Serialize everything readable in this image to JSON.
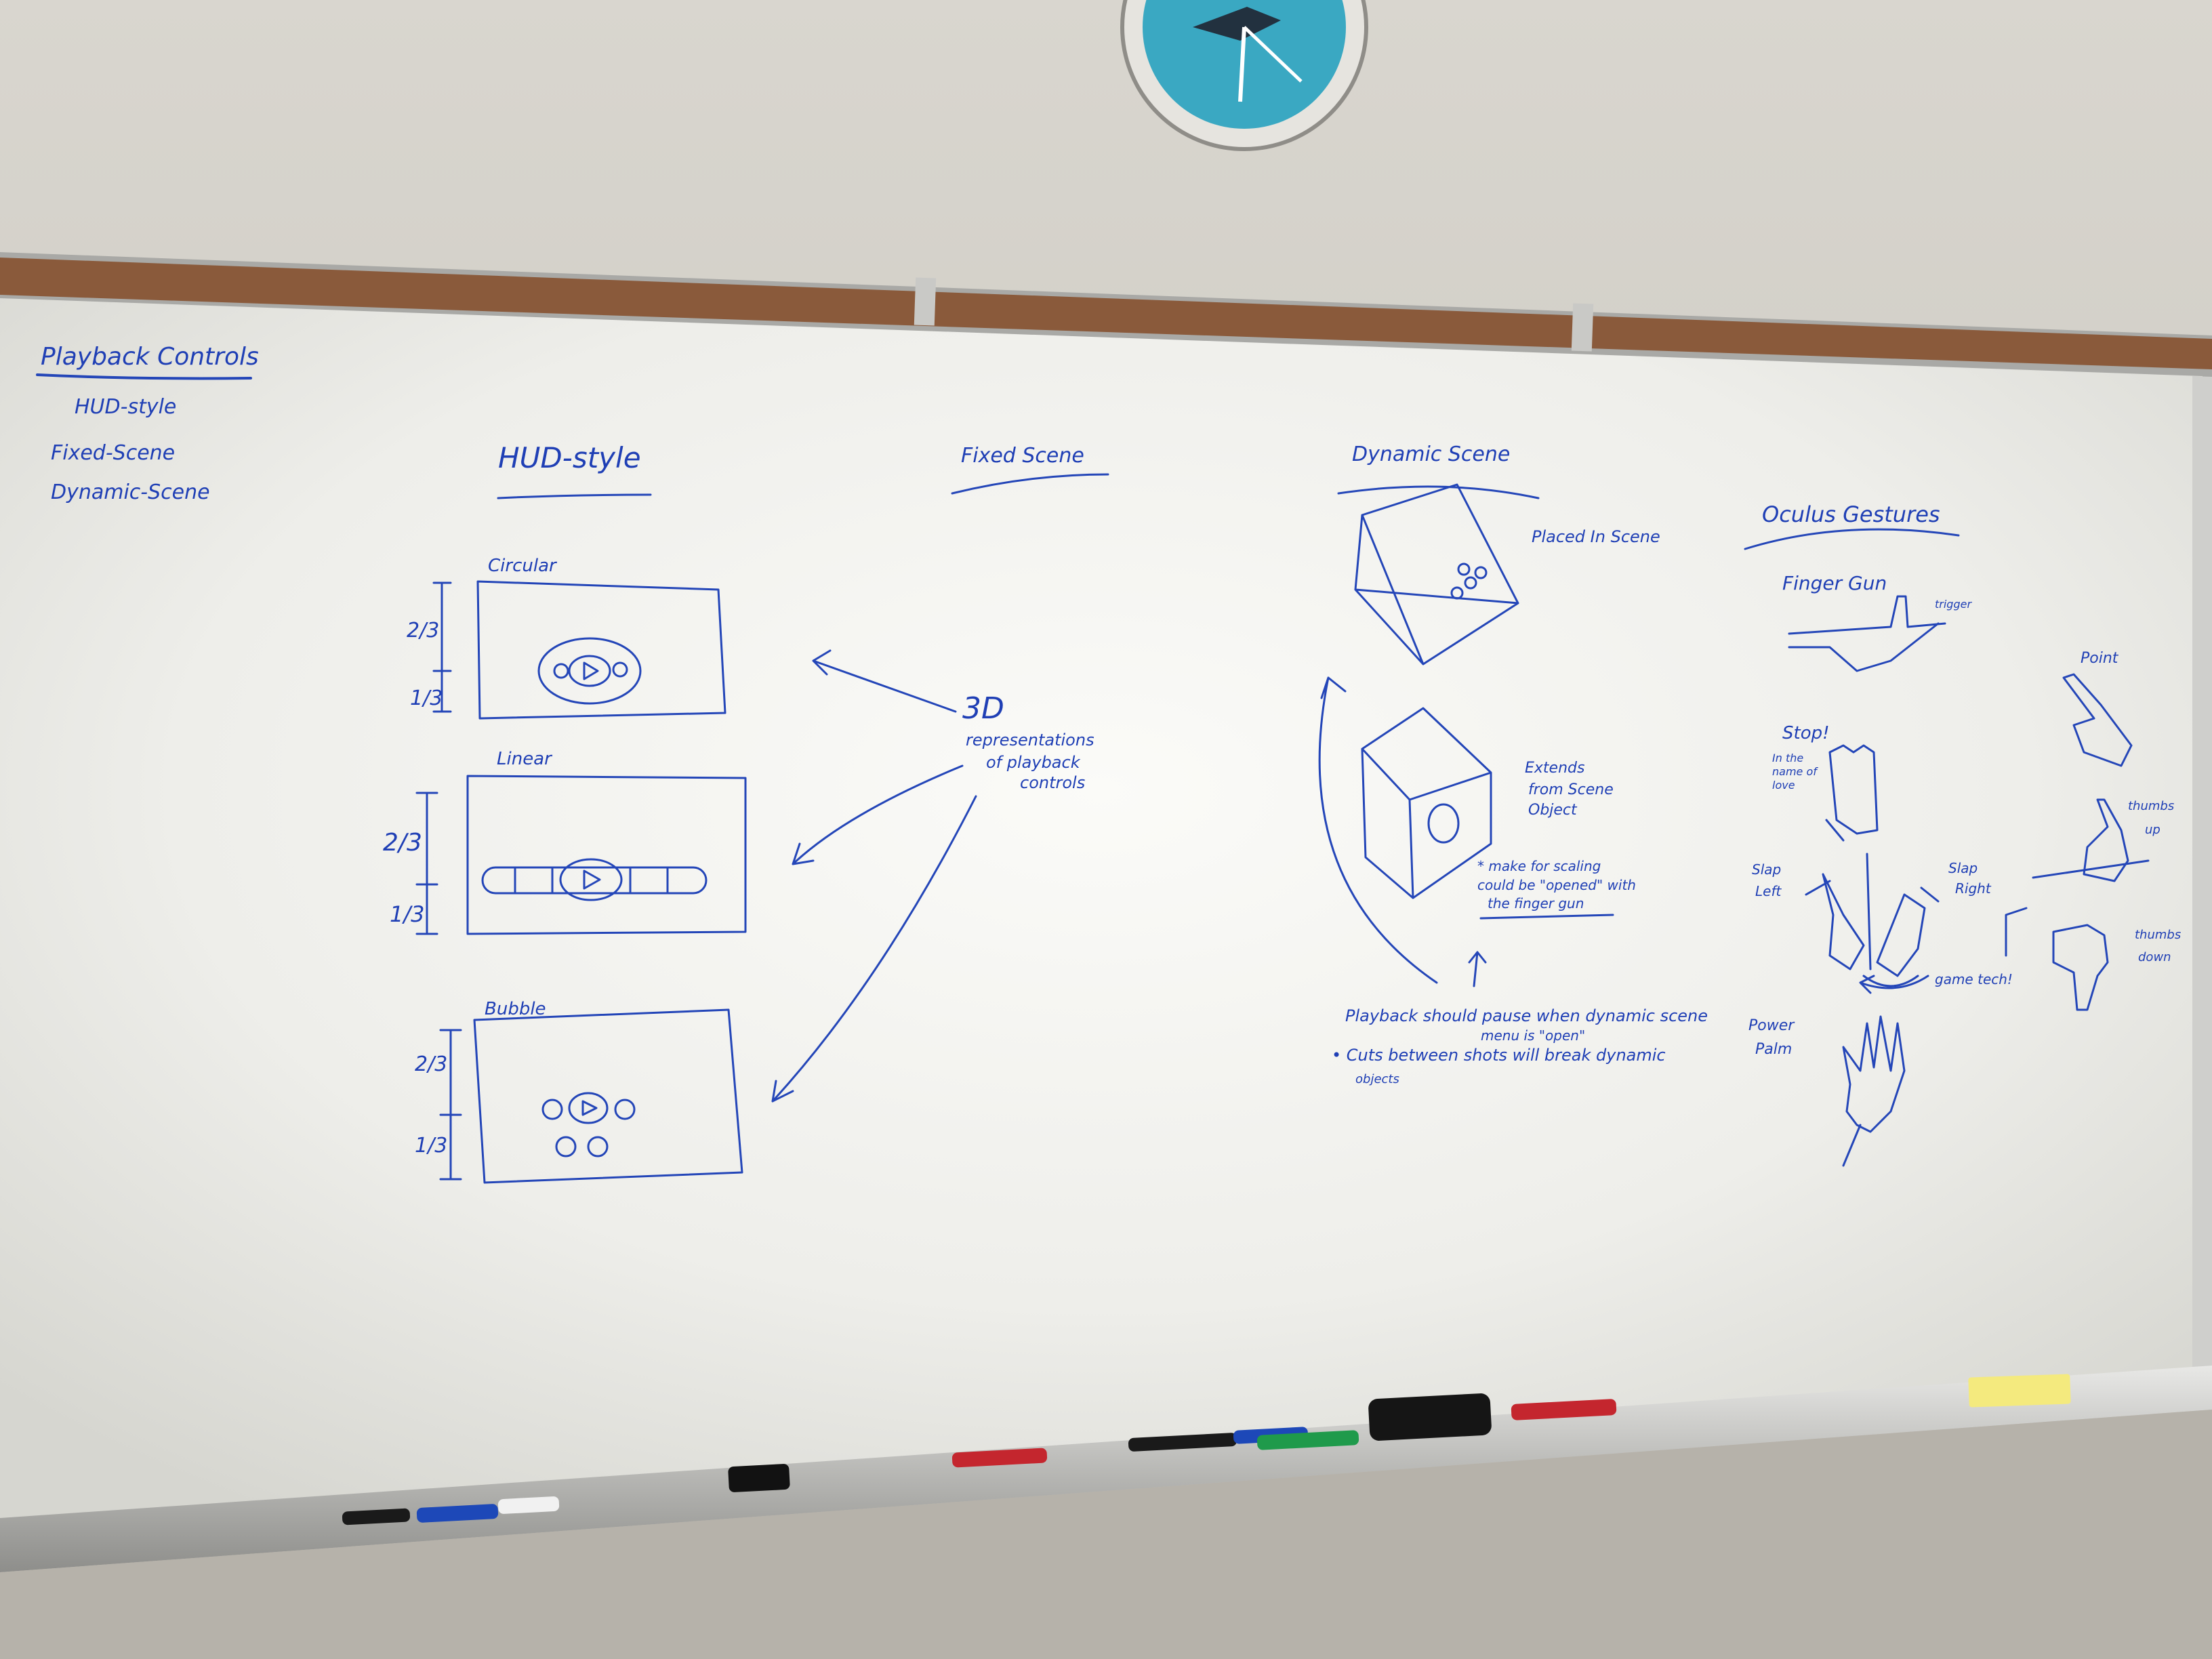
{
  "notes": {
    "playback_controls": {
      "title": "Playback Controls",
      "items": [
        "HUD-style",
        "Fixed-Scene",
        "Dynamic-Scene"
      ]
    },
    "hud_style": {
      "heading": "HUD-style",
      "circular": {
        "label": "Circular",
        "fraction_top": "2/3",
        "fraction_bottom": "1/3"
      },
      "linear": {
        "label": "Linear",
        "fraction_top": "2/3",
        "fraction_bottom": "1/3"
      },
      "bubble": {
        "label": "Bubble",
        "fraction_top": "2/3",
        "fraction_bottom": "1/3"
      }
    },
    "fixed_scene": {
      "heading": "Fixed Scene",
      "label_3d": "3D",
      "desc_line1": "representations",
      "desc_line2": "of playback",
      "desc_line3": "controls"
    },
    "dynamic_scene": {
      "heading": "Dynamic Scene",
      "placed_label": "Placed In Scene",
      "extends_line1": "Extends",
      "extends_line2": "from Scene",
      "extends_line3": "Object",
      "scaling_line1": "* make for scaling",
      "scaling_line2": "could be \"opened\" with",
      "scaling_line3": "the finger gun",
      "playback_line1": "Playback should pause when dynamic scene",
      "playback_line2": "menu is \"open\"",
      "cuts_line1": "• Cuts between shots will break dynamic",
      "cuts_line2": "objects"
    },
    "oculus_gestures": {
      "heading": "Oculus Gestures",
      "finger_gun": "Finger Gun",
      "finger_gun_sub": "trigger",
      "point": "Point",
      "stop": "Stop!",
      "stop_sub1": "In the",
      "stop_sub2": "name of",
      "stop_sub3": "love",
      "thumbs_up_1": "thumbs",
      "thumbs_up_2": "up",
      "swipe_left_1": "Slap",
      "swipe_left_2": "Left",
      "swipe_right_1": "Slap",
      "swipe_right_2": "Right",
      "thumbs_down_1": "thumbs",
      "thumbs_down_2": "down",
      "game_tech": "game tech!",
      "power_palm_1": "Power",
      "power_palm_2": "Palm"
    }
  },
  "colors": {
    "ink": "#1f3fb5",
    "board": "#f4f4f0",
    "wall": "#d5d2ca",
    "cork": "#8a5a3b",
    "clock_face": "#3aa8c2"
  }
}
